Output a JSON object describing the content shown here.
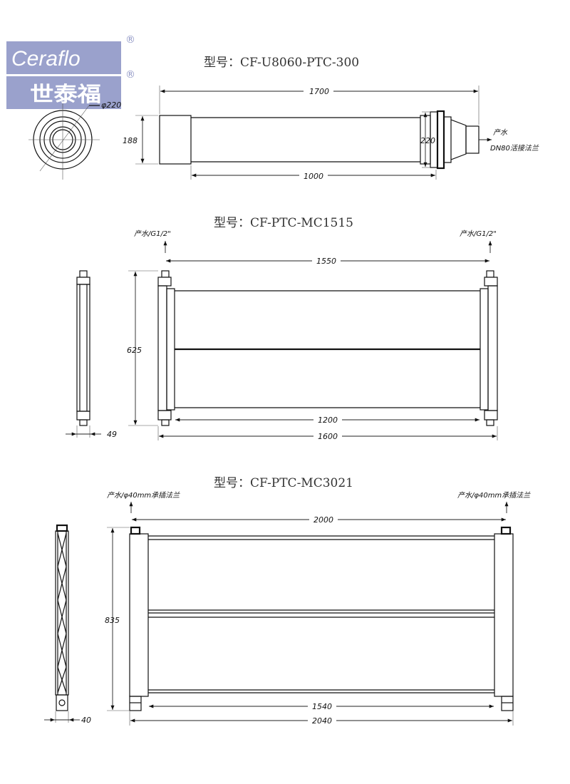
{
  "logo": {
    "brand_latin": "Ceraflo",
    "brand_chinese": "世泰福",
    "registered_mark": "®",
    "color": "#9aa1cc"
  },
  "drawing1": {
    "title": "型号：CF-U8060-PTC-300",
    "dim_end_diameter": "φ220",
    "dim_height": "188",
    "dim_overall_length": "1700",
    "dim_module_length": "1000",
    "dim_flange_height": "220",
    "port_label": "产水",
    "flange_label": "DN80活接法兰"
  },
  "drawing2": {
    "title": "型号：CF-PTC-MC1515",
    "port_left": "产水/G1/2\"",
    "port_right": "产水/G1/2\"",
    "dim_top": "1550",
    "dim_height": "625",
    "dim_inner": "1200",
    "dim_overall": "1600",
    "dim_side_width": "49"
  },
  "drawing3": {
    "title": "型号：CF-PTC-MC3021",
    "port_left": "产水/φ40mm承插法兰",
    "port_right": "产水/φ40mm承插法兰",
    "dim_top": "2000",
    "dim_height": "835",
    "dim_inner": "1540",
    "dim_overall": "2040",
    "dim_side_width": "40"
  }
}
